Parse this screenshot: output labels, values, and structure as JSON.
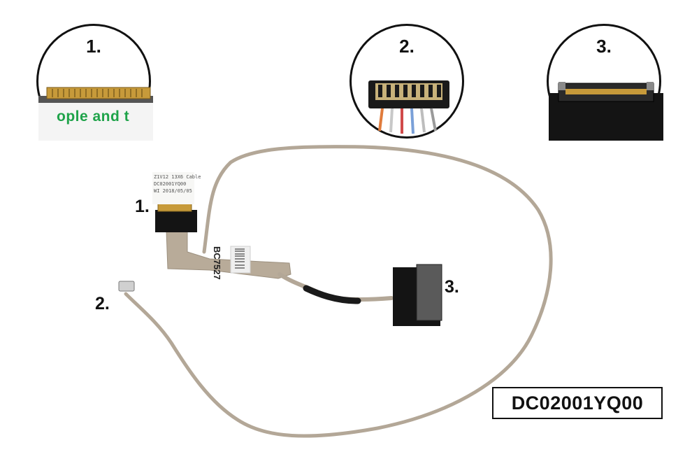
{
  "insets": [
    {
      "number": "1.",
      "sticker_text": "ople and t"
    },
    {
      "number": "2."
    },
    {
      "number": "3."
    }
  ],
  "labels": {
    "connector_1": "1.",
    "connector_2": "2.",
    "connector_3": "3."
  },
  "tag": {
    "line1": "Z1V12 13X6 Cable",
    "line2": "DC02001YQ00",
    "line3": "WI  2018/05/05"
  },
  "barcode_text": "BC7527",
  "part_number": "DC02001YQ00",
  "colors": {
    "cable": "#b3a797",
    "connector_black": "#141414",
    "gold": "#c79a3a",
    "sticker_green": "#1fa34a"
  }
}
